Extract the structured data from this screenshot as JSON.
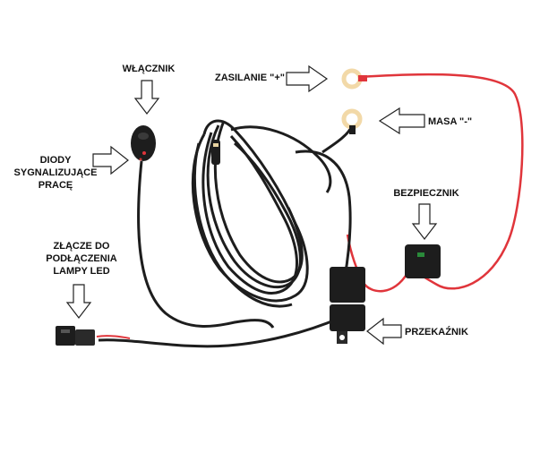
{
  "labels": {
    "wlacznik": "WŁĄCZNIK",
    "zasilanie": "ZASILANIE \"+\"",
    "masa": "MASA \"-\"",
    "diody_line1": "DIODY",
    "diody_line2": "SYGNALIZUJĄCE",
    "diody_line3": "PRACĘ",
    "bezpiecznik": "BEZPIECZNIK",
    "zlacze_line1": "ZŁĄCZE DO",
    "zlacze_line2": "PODŁĄCZENIA",
    "zlacze_line3": "LAMPY LED",
    "przekaznik": "PRZEKAŹNIK"
  },
  "colors": {
    "cable_black": "#1d1d1d",
    "wire_red": "#e0353b",
    "ring_terminal": "#f2d9a8",
    "arrow_outline": "#222222"
  }
}
